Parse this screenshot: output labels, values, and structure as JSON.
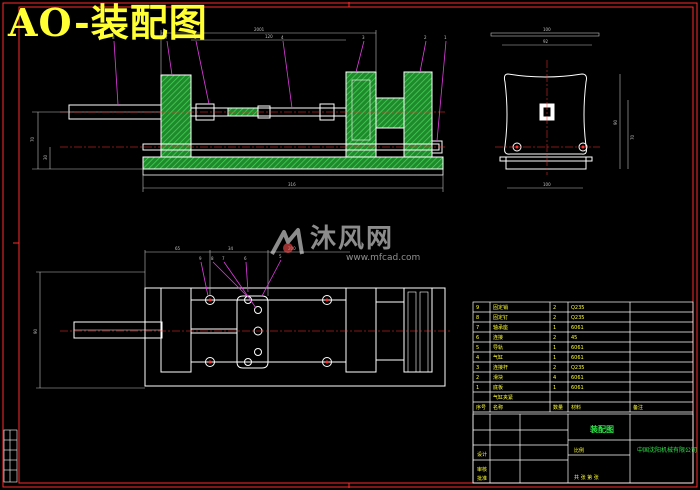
{
  "drawing": {
    "title": "AO-装配图",
    "watermark": {
      "brand": "沐风网",
      "url": "www.mfcad.com"
    }
  },
  "colors": {
    "background": "#000000",
    "frame": "#ff2a2a",
    "outline": "#ffffff",
    "hatch": "#2fbf3f",
    "dimension": "#c0c0c0",
    "leader": "#e23ce2",
    "title_text": "#ffff33",
    "table_text": "#ffff33"
  },
  "parts_table": {
    "headers": [
      "序号",
      "名称",
      "数量",
      "材料",
      "备注"
    ],
    "rows": [
      {
        "no": "9",
        "name": "固定销",
        "qty": "2",
        "material": "Q235"
      },
      {
        "no": "8",
        "name": "固定钉",
        "qty": "2",
        "material": "Q235"
      },
      {
        "no": "7",
        "name": "轴承座",
        "qty": "1",
        "material": "6061"
      },
      {
        "no": "6",
        "name": "连接",
        "qty": "2",
        "material": "45"
      },
      {
        "no": "5",
        "name": "导轨",
        "qty": "1",
        "material": "6061"
      },
      {
        "no": "4",
        "name": "气缸",
        "qty": "1",
        "material": "6061"
      },
      {
        "no": "3",
        "name": "连接杆",
        "qty": "2",
        "material": "Q235"
      },
      {
        "no": "2",
        "name": "滑块",
        "qty": "4",
        "material": "6061"
      },
      {
        "no": "1",
        "name": "底板",
        "qty": "1",
        "material": "6061"
      },
      {
        "no": "",
        "name": "气缸夹紧",
        "qty": "",
        "material": ""
      }
    ]
  },
  "title_block": {
    "drawing_name": "装配图",
    "company": "中国沈阳机械有限公司",
    "scale_label": "比例",
    "sheet_label": "共 张 第 张",
    "labels": [
      "设计",
      "审核",
      "批准"
    ]
  }
}
